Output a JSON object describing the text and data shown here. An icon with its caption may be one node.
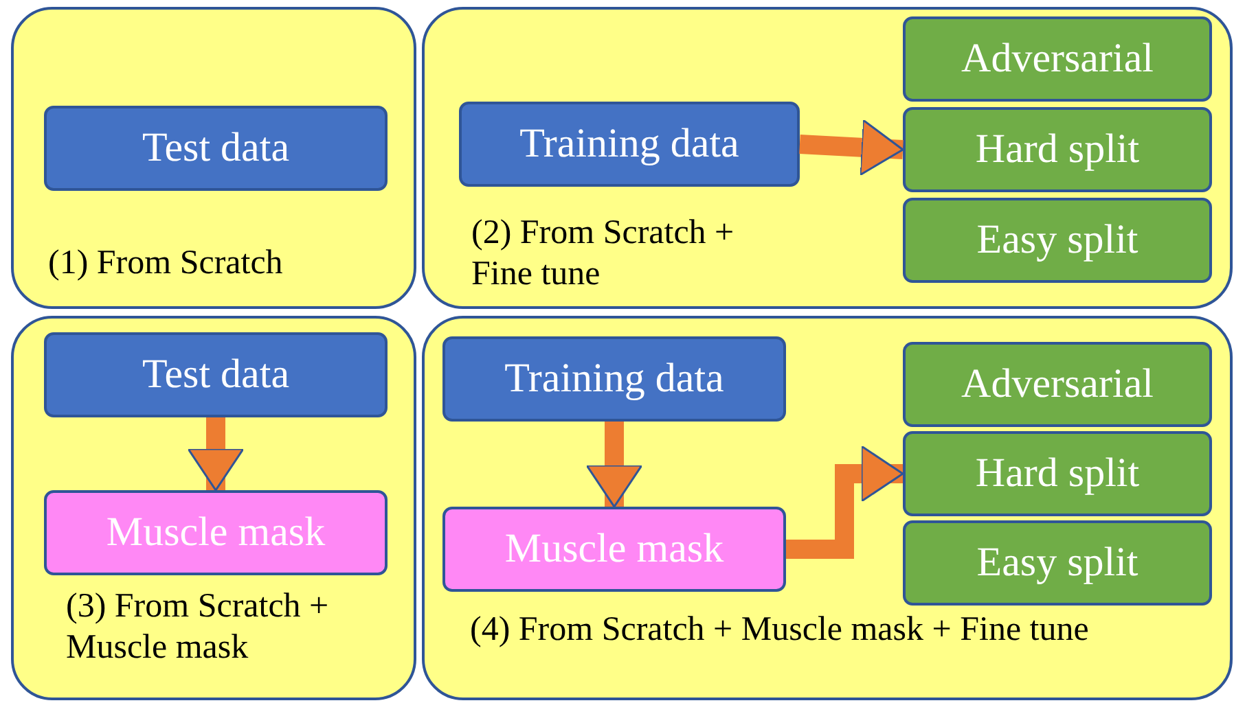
{
  "diagram": {
    "nodes": [
      {
        "text": [
          "(1) From Scratch"
        ]
      },
      {
        "text": [
          "Test data"
        ],
        "in": 0
      },
      {
        "text": [
          "(2) From Scratch + Fine tune"
        ]
      },
      {
        "text": [
          "Training data"
        ],
        "in": 2
      },
      {
        "text": [
          "Adversarial"
        ],
        "in": 2
      },
      {
        "text": [
          "Hard split"
        ],
        "in": 2
      },
      {
        "text": [
          "Easy split"
        ],
        "in": 2
      },
      {
        "text": [
          "(3) From Scratch + Muscle mask"
        ]
      },
      {
        "text": [
          "Test data"
        ],
        "in": 7
      },
      {
        "text": [
          "Muscle mask"
        ],
        "in": 7
      },
      {
        "text": [
          "(4) From Scratch + Muscle mask + Fine tune"
        ]
      },
      {
        "text": [
          "Training data"
        ],
        "in": 10
      },
      {
        "text": [
          "Muscle mask"
        ],
        "in": 10
      },
      {
        "text": [
          "Adversarial"
        ],
        "in": 10
      },
      {
        "text": [
          "Hard split"
        ],
        "in": 10
      },
      {
        "text": [
          "Easy split"
        ],
        "in": 10
      }
    ],
    "edges": [
      {
        "from": 3,
        "to": 5,
        "arrow": "to"
      },
      {
        "from": 8,
        "to": 9,
        "arrow": "to"
      },
      {
        "from": 11,
        "to": 12,
        "arrow": "to"
      },
      {
        "from": 12,
        "to": 14,
        "arrow": "to"
      }
    ]
  }
}
